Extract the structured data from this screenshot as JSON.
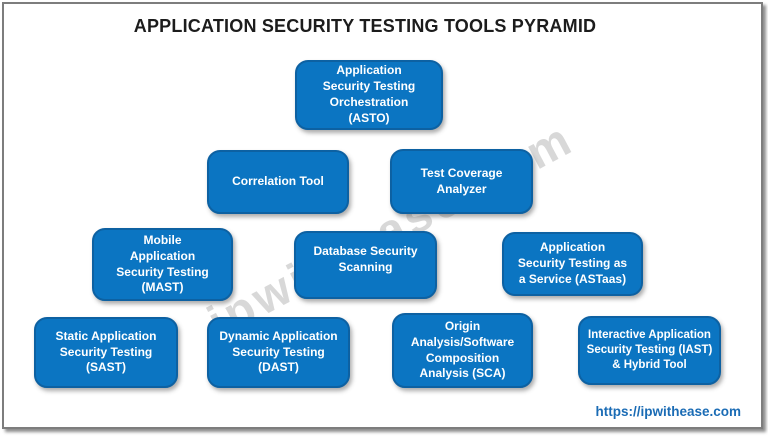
{
  "title": "APPLICATION SECURITY TESTING TOOLS PYRAMID",
  "watermark": "ipwithease.com",
  "footer_link": "https://ipwithease.com",
  "colors": {
    "box_fill": "#0b75c2",
    "box_border": "#0d61a2",
    "box_text": "#ffffff",
    "title_text": "#1c1c1c",
    "link_text": "#1b6cb5",
    "watermark_text": "#a8a8a8",
    "frame_border": "#7d7d7d"
  },
  "pyramid": {
    "boxes": [
      {
        "id": "asto",
        "row": 1,
        "label": "Application\nSecurity Testing\nOrchestration\n(ASTO)"
      },
      {
        "id": "correlation-tool",
        "row": 2,
        "label": "Correlation Tool"
      },
      {
        "id": "test-coverage-analyzer",
        "row": 2,
        "label": "Test Coverage\nAnalyzer"
      },
      {
        "id": "mast",
        "row": 3,
        "label": "Mobile\nApplication\nSecurity Testing\n(MAST)"
      },
      {
        "id": "database-security-scanning",
        "row": 3,
        "label": "Database Security\nScanning"
      },
      {
        "id": "astaas",
        "row": 3,
        "label": "Application\nSecurity Testing as\na Service (ASTaas)"
      },
      {
        "id": "sast",
        "row": 4,
        "label": "Static Application\nSecurity Testing\n(SAST)"
      },
      {
        "id": "dast",
        "row": 4,
        "label": "Dynamic Application\nSecurity Testing\n(DAST)"
      },
      {
        "id": "sca",
        "row": 4,
        "label": "Origin\nAnalysis/Software\nComposition\nAnalysis (SCA)"
      },
      {
        "id": "iast",
        "row": 4,
        "label": "Interactive Application\nSecurity Testing (IAST)\n& Hybrid Tool"
      }
    ]
  }
}
